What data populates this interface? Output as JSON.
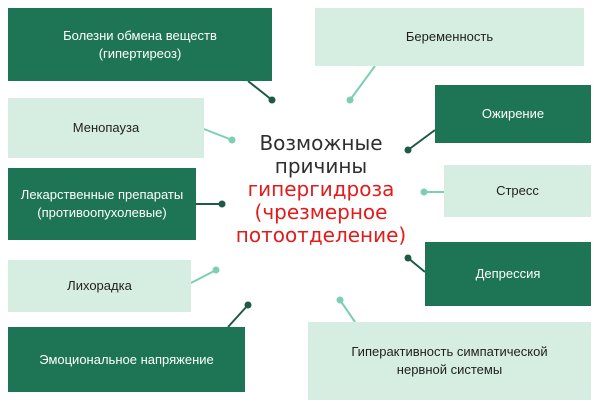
{
  "center": {
    "title": "Возможные причины",
    "subject": "гипергидроза (чрезмерное потоотделение)"
  },
  "causes": [
    {
      "lines": [
        "Болезни обмена веществ",
        "(гипертиреоз)"
      ],
      "style": "dark"
    },
    {
      "lines": [
        "Беременность"
      ],
      "style": "light"
    },
    {
      "lines": [
        "Менопауза"
      ],
      "style": "light"
    },
    {
      "lines": [
        "Ожирение"
      ],
      "style": "dark"
    },
    {
      "lines": [
        "Лекарственные препараты",
        "(противоопухолевые)"
      ],
      "style": "dark"
    },
    {
      "lines": [
        "Стресс"
      ],
      "style": "light"
    },
    {
      "lines": [
        "Депрессия"
      ],
      "style": "dark"
    },
    {
      "lines": [
        "Лихорадка"
      ],
      "style": "light"
    },
    {
      "lines": [
        "Эмоциональное напряжение"
      ],
      "style": "dark"
    },
    {
      "lines": [
        "Гиперактивность симпатической",
        "нервной системы"
      ],
      "style": "light"
    }
  ],
  "colors": {
    "dark_box": "#1e7556",
    "light_box": "#d6eee2",
    "dark_connector": "#1e5a45",
    "light_connector": "#7dcfb0",
    "subject_text": "#e21b1b"
  }
}
